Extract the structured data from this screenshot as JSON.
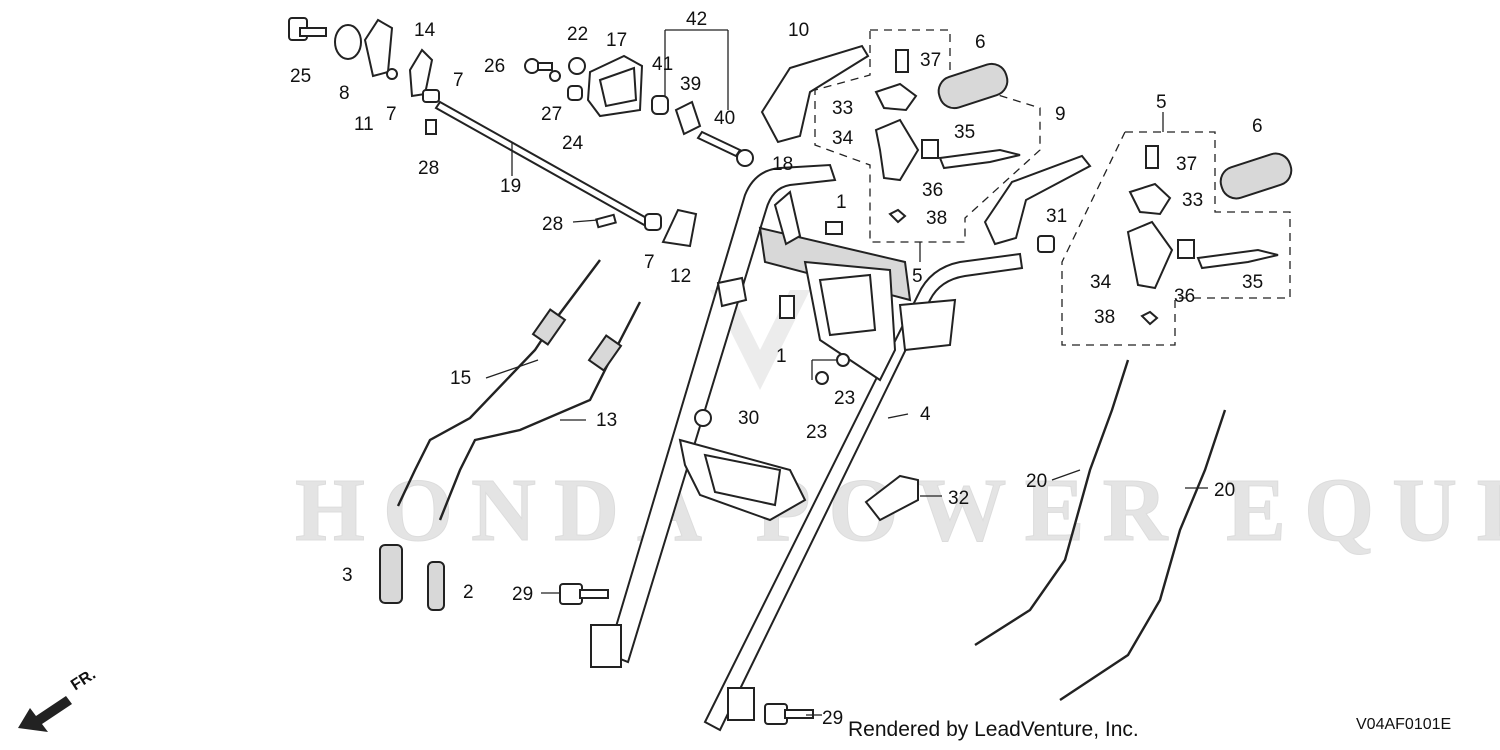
{
  "callouts": [
    {
      "id": "c25",
      "text": "25"
    },
    {
      "id": "c8",
      "text": "8"
    },
    {
      "id": "c11",
      "text": "11"
    },
    {
      "id": "c14",
      "text": "14"
    },
    {
      "id": "c7a",
      "text": "7"
    },
    {
      "id": "c7b",
      "text": "7"
    },
    {
      "id": "c28a",
      "text": "28"
    },
    {
      "id": "c19",
      "text": "19"
    },
    {
      "id": "c28b",
      "text": "28"
    },
    {
      "id": "c7c",
      "text": "7"
    },
    {
      "id": "c12",
      "text": "12"
    },
    {
      "id": "c26",
      "text": "26"
    },
    {
      "id": "c22",
      "text": "22"
    },
    {
      "id": "c17",
      "text": "17"
    },
    {
      "id": "c27",
      "text": "27"
    },
    {
      "id": "c24",
      "text": "24"
    },
    {
      "id": "c42",
      "text": "42"
    },
    {
      "id": "c41",
      "text": "41"
    },
    {
      "id": "c39",
      "text": "39"
    },
    {
      "id": "c40",
      "text": "40"
    },
    {
      "id": "c18",
      "text": "18"
    },
    {
      "id": "c10",
      "text": "10"
    },
    {
      "id": "c37a",
      "text": "37"
    },
    {
      "id": "c6a",
      "text": "6"
    },
    {
      "id": "c33a",
      "text": "33"
    },
    {
      "id": "c34a",
      "text": "34"
    },
    {
      "id": "c35a",
      "text": "35"
    },
    {
      "id": "c36a",
      "text": "36"
    },
    {
      "id": "c38a",
      "text": "38"
    },
    {
      "id": "c5a",
      "text": "5"
    },
    {
      "id": "c9",
      "text": "9"
    },
    {
      "id": "c31",
      "text": "31"
    },
    {
      "id": "c5b",
      "text": "5"
    },
    {
      "id": "c6b",
      "text": "6"
    },
    {
      "id": "c37b",
      "text": "37"
    },
    {
      "id": "c33b",
      "text": "33"
    },
    {
      "id": "c34b",
      "text": "34"
    },
    {
      "id": "c36b",
      "text": "36"
    },
    {
      "id": "c35b",
      "text": "35"
    },
    {
      "id": "c38b",
      "text": "38"
    },
    {
      "id": "c1a",
      "text": "1"
    },
    {
      "id": "c1b",
      "text": "1"
    },
    {
      "id": "c23a",
      "text": "23"
    },
    {
      "id": "c23b",
      "text": "23"
    },
    {
      "id": "c30",
      "text": "30"
    },
    {
      "id": "c4",
      "text": "4"
    },
    {
      "id": "c15",
      "text": "15"
    },
    {
      "id": "c13",
      "text": "13"
    },
    {
      "id": "c3",
      "text": "3"
    },
    {
      "id": "c2",
      "text": "2"
    },
    {
      "id": "c29a",
      "text": "29"
    },
    {
      "id": "c29b",
      "text": "29"
    },
    {
      "id": "c32",
      "text": "32"
    },
    {
      "id": "c20a",
      "text": "20"
    },
    {
      "id": "c20b",
      "text": "20"
    }
  ],
  "watermark_text": "HONDA POWER EQUIPMENT",
  "footer": {
    "rendered_by": "Rendered by LeadVenture, Inc.",
    "drawing_code": "V04AF0101E",
    "front_indicator": "FR."
  }
}
